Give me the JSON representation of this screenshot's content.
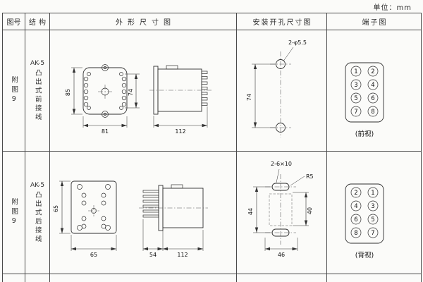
{
  "unit_label": "单位：mm",
  "palette": {
    "ink": "#2f2f2f",
    "line": "#4a4a4a",
    "paper": "#fbfbf9"
  },
  "headers": {
    "fig_no": "图号",
    "structure": "结构",
    "outline": "外形尺寸图",
    "mounting": "安装开孔尺寸图",
    "terminal": "端子图"
  },
  "rows": [
    {
      "fig_no": "附图9",
      "model": "AK-5",
      "structure_desc": "凸出式前接线",
      "outline": {
        "height": "85",
        "inner": "74",
        "width": "81",
        "depth": "112"
      },
      "mounting": {
        "holes": "2-φ5.5",
        "spacing": "74"
      },
      "terminal": {
        "numbers": [
          [
            "1",
            "2"
          ],
          [
            "3",
            "4"
          ],
          [
            "5",
            "6"
          ],
          [
            "7",
            "8"
          ]
        ],
        "caption": "(前视)"
      }
    },
    {
      "fig_no": "附图9",
      "model": "AK-5",
      "structure_desc": "凸出式后接线",
      "outline": {
        "height": "65",
        "width": "65",
        "pin_depth": "54",
        "depth": "112"
      },
      "mounting": {
        "slots": "2-6×10",
        "radius": "R5",
        "left": "44",
        "right": "40",
        "bottom": "46"
      },
      "terminal": {
        "numbers": [
          [
            "2",
            "1"
          ],
          [
            "4",
            "3"
          ],
          [
            "6",
            "5"
          ],
          [
            "8",
            "7"
          ]
        ],
        "caption": "(背视)"
      }
    }
  ]
}
